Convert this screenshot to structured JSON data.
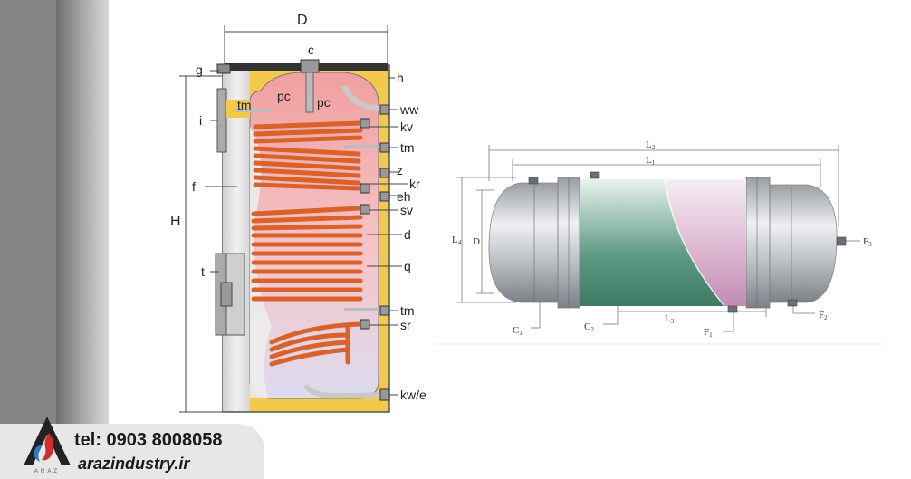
{
  "boiler": {
    "labels": {
      "D": "D",
      "c": "c",
      "g": "g",
      "h": "h",
      "pc_left": "pc",
      "pc_right": "pc",
      "tm_top": "tm",
      "ww": "ww",
      "i": "i",
      "kv": "kv",
      "tm_mid": "tm",
      "z": "z",
      "f": "f",
      "kr": "kr",
      "eh": "eh",
      "sv": "sv",
      "H": "H",
      "d": "d",
      "q": "q",
      "t": "t",
      "tm_low": "tm",
      "sr": "sr",
      "kw": "kw/e"
    }
  },
  "tank": {
    "labels": {
      "L2": "L",
      "L2_sub": "2",
      "L1": "L",
      "L1_sub": "1",
      "L4": "L",
      "L4_sub": "4",
      "D": "D",
      "L3": "L",
      "L3_sub": "3",
      "C1": "C",
      "C1_sub": "1",
      "C2": "C",
      "C2_sub": "2",
      "F1": "F",
      "F1_sub": "1",
      "F2": "F",
      "F2_sub": "2",
      "F3": "F",
      "F3_sub": "3"
    }
  },
  "contact": {
    "phone": "tel: 0903 8008058",
    "website": "arazindustry.ir",
    "logo_text": "ARAZ"
  },
  "colors": {
    "tank_yellow": "#f2c94c",
    "coil_orange": "#d9622b",
    "brand_red": "#d42a2a",
    "brand_dark": "#222222"
  }
}
